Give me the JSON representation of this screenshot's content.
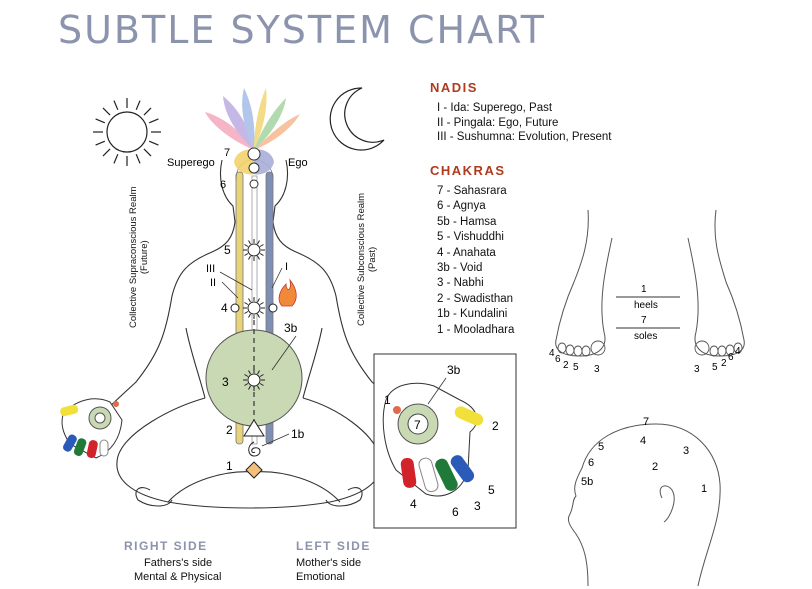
{
  "title": "SUBTLE SYSTEM CHART",
  "nadis": {
    "heading": "NADIS",
    "items": [
      "I - Ida: Superego, Past",
      "II - Pingala: Ego, Future",
      "III - Sushumna: Evolution, Present"
    ]
  },
  "chakras": {
    "heading": "CHAKRAS",
    "items": [
      "7 - Sahasrara",
      "6 - Agnya",
      "5b - Hamsa",
      "5 - Vishuddhi",
      "4 - Anahata",
      "3b - Void",
      "3 - Nabhi",
      "2 - Swadisthan",
      "1b - Kundalini",
      "1 - Mooladhara"
    ]
  },
  "realms": {
    "left": [
      "Collective Supraconscious Realm",
      "(Future)"
    ],
    "right": [
      "Collective Subconscious Realm",
      "(Past)"
    ]
  },
  "body_labels": {
    "superego": "Superego",
    "ego": "Ego",
    "c7": "7",
    "c6": "6",
    "c5": "5",
    "c4": "4",
    "c3": "3",
    "c3b": "3b",
    "c2": "2",
    "c1b": "1b",
    "c1": "1",
    "n1": "I",
    "n2": "II",
    "n3": "III"
  },
  "hand_labels": {
    "c3b": "3b",
    "c1": "1",
    "c7": "7",
    "c2": "2",
    "c4": "4",
    "c6": "6",
    "c3": "3",
    "c5": "5"
  },
  "feet_labels": {
    "heels_num": "1",
    "heels": "heels",
    "soles_num": "7",
    "soles": "soles",
    "left_toes": [
      "4",
      "6",
      "2",
      "5",
      "3"
    ],
    "right_toes": [
      "3",
      "5",
      "2",
      "6",
      "4"
    ]
  },
  "head_labels": {
    "c7": "7",
    "c4": "4",
    "c5": "5",
    "c3": "3",
    "c6": "6",
    "c2": "2",
    "c5b": "5b",
    "c1": "1"
  },
  "sides": {
    "right": {
      "heading": "RIGHT SIDE",
      "line1": "Fathers's side",
      "line2": "Mental & Physical"
    },
    "left": {
      "heading": "LEFT SIDE",
      "line1": "Mother's side",
      "line2": "Emotional"
    }
  },
  "colors": {
    "title": "#8c93ad",
    "heading": "#b03a1e",
    "nabhi_disc": "#c9d9b4",
    "left_channel": "#7f8fb3",
    "right_channel": "#e8d27a"
  }
}
